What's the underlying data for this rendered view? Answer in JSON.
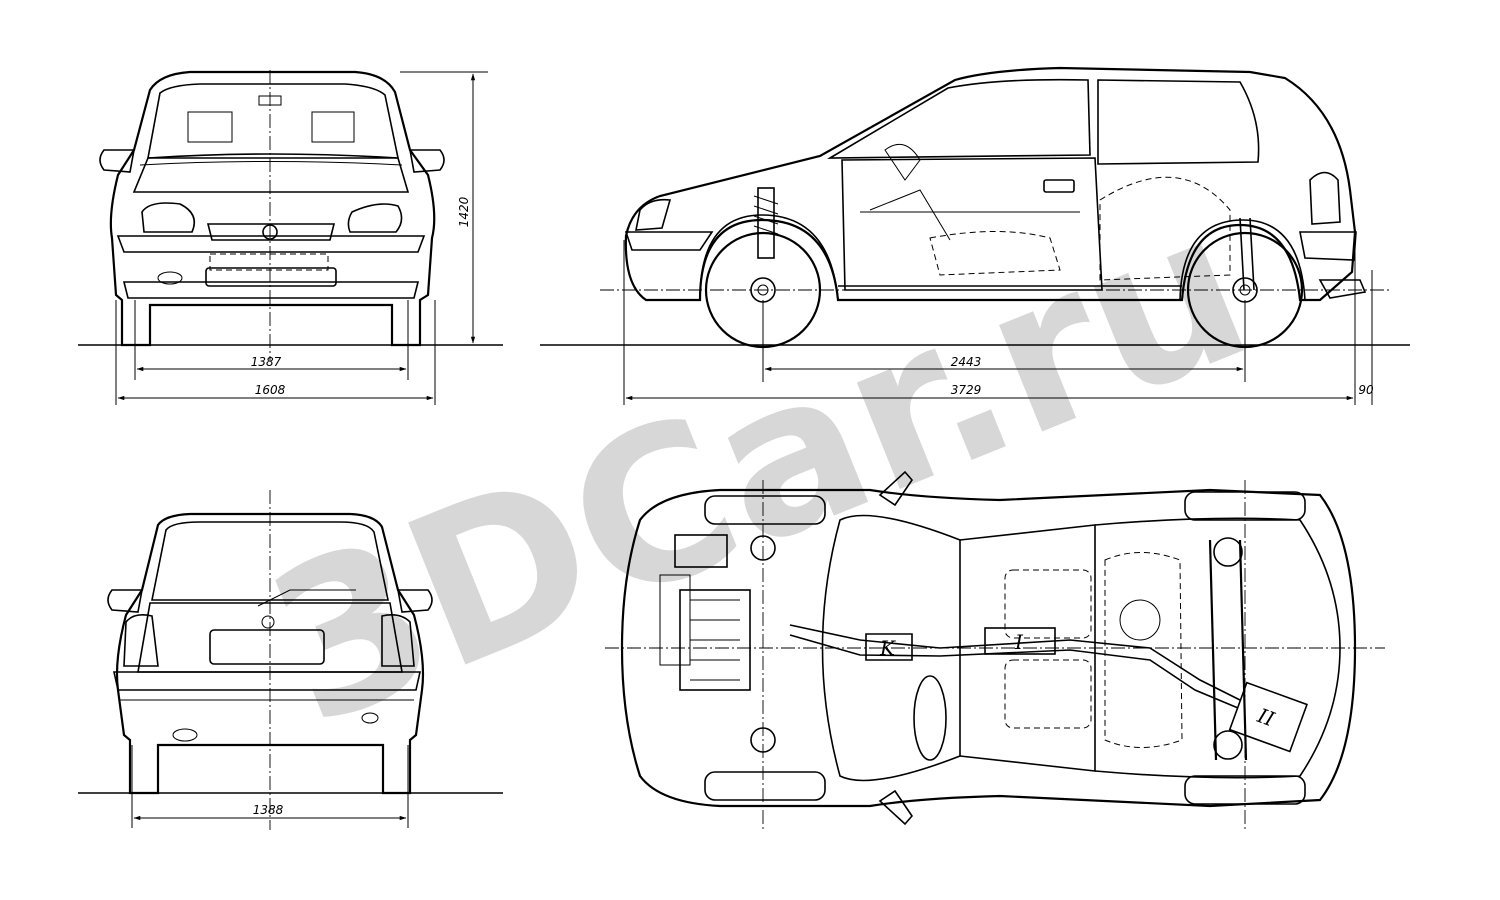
{
  "watermark": {
    "text": "3DCar.ru"
  },
  "dimensions": {
    "front_track": "1387",
    "front_width": "1608",
    "height": "1420",
    "wheelbase": "2443",
    "length": "3729",
    "tow_overhang": "90",
    "rear_track": "1388"
  },
  "labels": {
    "catalyst": "K",
    "muffler_front": "I",
    "muffler_rear": "II"
  }
}
